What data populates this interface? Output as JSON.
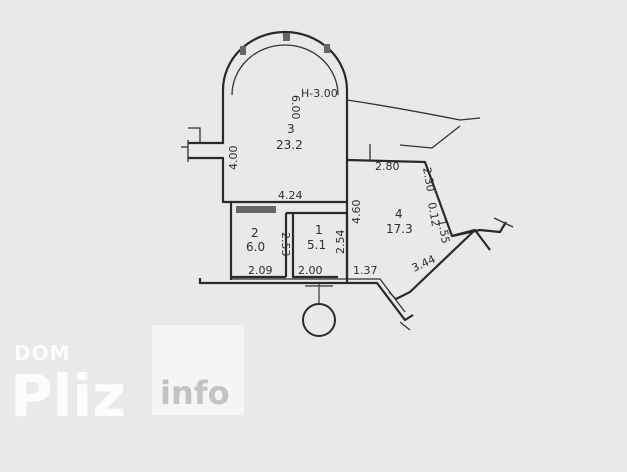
{
  "rooms": {
    "r3": {
      "number": "3",
      "area": "23.2"
    },
    "r2": {
      "number": "2",
      "area": "6.0"
    },
    "r1": {
      "number": "1",
      "area": "5.1"
    },
    "r4": {
      "number": "4",
      "area": "17.3"
    }
  },
  "dimensions": {
    "arc_radius": "6.00",
    "ceiling_height": "H-3.00",
    "left_wall_r3": "4.00",
    "partition_r3": "4.24",
    "r4_top": "2.80",
    "r4_right_top": "2.30",
    "r4_right_mid": "0.12",
    "r4_right_low": "1.55",
    "r4_left": "4.60",
    "r4_bottom": "3.44",
    "r2_width": "2.09",
    "r2_height": "2.53",
    "r1_width": "2.00",
    "r1_height": "2.54",
    "corridor_width": "1.37"
  },
  "watermark": {
    "top": "DOM",
    "main": "Pliz",
    "sub": "info"
  }
}
